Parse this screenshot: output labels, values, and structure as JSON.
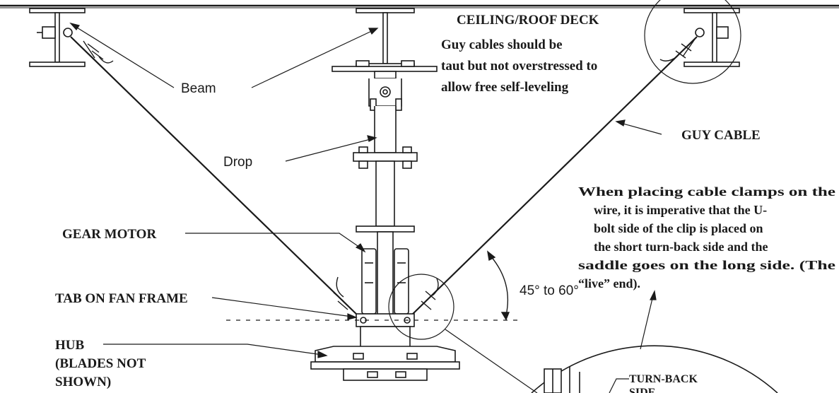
{
  "labels": {
    "ceiling": "CEILING/ROOF DECK",
    "note_line1": "Guy cables should be",
    "note_line2": "taut but not overstressed  to",
    "note_line3": "allow free self-leveling",
    "beam": "Beam",
    "guy_cable": "GUY CABLE",
    "drop": "Drop",
    "gear_motor": "GEAR MOTOR",
    "angle": "45° to 60°",
    "tab": "TAB ON FAN FRAME",
    "hub_line1": "HUB",
    "hub_line2": "(BLADES NOT",
    "hub_line3": "SHOWN)",
    "clamp_line1": "When placing cable clamps on the",
    "clamp_line2": "wire, it is imperative that the U-",
    "clamp_line3": "bolt side of the clip is placed on",
    "clamp_line4": "the short turn-back side and the",
    "clamp_line5": "saddle goes on the long side. (The",
    "clamp_line6": "“live” end).",
    "turnback_line1": "TURN-BACK",
    "turnback_line2": "SIDE"
  },
  "colors": {
    "line": "#1a1a1a",
    "text": "#1a1a1a",
    "background": "#ffffff"
  }
}
